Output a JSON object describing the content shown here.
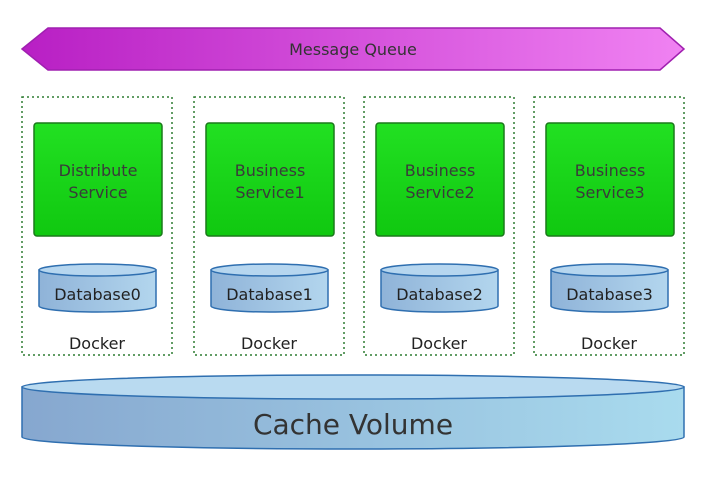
{
  "message_queue": {
    "label": "Message Queue"
  },
  "containers": [
    {
      "service_line1": "Distribute",
      "service_line2": "Service",
      "database": "Database0",
      "docker": "Docker"
    },
    {
      "service_line1": "Business",
      "service_line2": "Service1",
      "database": "Database1",
      "docker": "Docker"
    },
    {
      "service_line1": "Business",
      "service_line2": "Service2",
      "database": "Database2",
      "docker": "Docker"
    },
    {
      "service_line1": "Business",
      "service_line2": "Service3",
      "database": "Database3",
      "docker": "Docker"
    }
  ],
  "cache_volume": {
    "label": "Cache Volume"
  },
  "colors": {
    "queue_fill_start": "#c026c8",
    "queue_fill_end": "#f07ff0",
    "service_fill": "#18d818",
    "service_border": "#1a7a1a",
    "database_fill": "#a9c9e8",
    "database_border": "#2f6fb0",
    "docker_border": "#2e7d32",
    "cache_fill_start": "#8aaed2",
    "cache_fill_end": "#a8d8ec",
    "cache_border": "#2f6fb0"
  }
}
